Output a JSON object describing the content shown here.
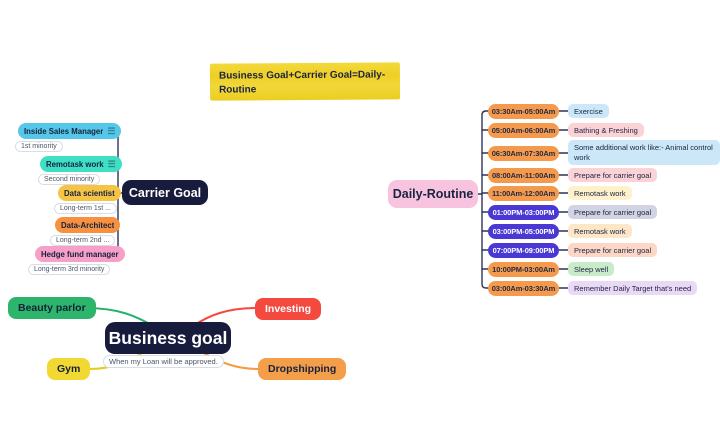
{
  "note": {
    "text": "Business Goal+Carrier Goal=Daily-\nRoutine",
    "bg": "#efd028"
  },
  "diagram": {
    "connector_color": "#2e3456"
  },
  "carrier": {
    "title": "Carrier Goal",
    "title_bg": "#171b3c",
    "branches": [
      {
        "label": "Inside Sales Manager",
        "sub": "1st minority",
        "color": "#55c8ea",
        "note_icon": "notes-icon"
      },
      {
        "label": "Remotask work",
        "sub": "Second minority",
        "color": "#3fdfc4",
        "note_icon": "notes-icon"
      },
      {
        "label": "Data scientist",
        "sub": "Long-term 1st ...",
        "color": "#f6c445"
      },
      {
        "label": "Data-Architect",
        "sub": "Long-term 2nd ...",
        "color": "#f59140"
      },
      {
        "label": "Hedge fund manager",
        "sub": "Long-term 3rd minority",
        "color": "#f79fc7"
      }
    ]
  },
  "daily": {
    "title": "Daily-Routine",
    "title_bg": "#f8c3df",
    "items": [
      {
        "time": "03:30Am-05:00Am",
        "time_bg": "#f59a4c",
        "time_fg": "#222a44",
        "activity": "Exercise",
        "activity_bg": "#cbe7f8"
      },
      {
        "time": "05:00Am-06:00Am",
        "time_bg": "#f59a4c",
        "time_fg": "#222a44",
        "activity": "Bathing & Freshing",
        "activity_bg": "#fbd2d6"
      },
      {
        "time": "06:30Am-07:30Am",
        "time_bg": "#f59a4c",
        "time_fg": "#222a44",
        "activity": "Some additional work like:- Animal control work",
        "activity_bg": "#cbe7f8"
      },
      {
        "time": "08:00Am-11:00Am",
        "time_bg": "#f59a4c",
        "time_fg": "#222a44",
        "activity": "Prepare for carrier goal",
        "activity_bg": "#fbd2d6"
      },
      {
        "time": "11:00Am-12:00Am",
        "time_bg": "#f59a4c",
        "time_fg": "#222a44",
        "activity": "Remotask work",
        "activity_bg": "#fdf2cb"
      },
      {
        "time": "01:00PM-03:00PM",
        "time_bg": "#4a38d4",
        "time_fg": "#ffffff",
        "activity": "Prepare for carrier goal",
        "activity_bg": "#d2d4e4"
      },
      {
        "time": "03:00PM-05:00PM",
        "time_bg": "#4a38d4",
        "time_fg": "#ffffff",
        "activity": "Remotask work",
        "activity_bg": "#fde7c7"
      },
      {
        "time": "07:00PM-09:00PM",
        "time_bg": "#4a38d4",
        "time_fg": "#ffffff",
        "activity": "Prepare for carrier goal",
        "activity_bg": "#fcd7c5"
      },
      {
        "time": "10:00PM-03:00Am",
        "time_bg": "#f59a4c",
        "time_fg": "#222a44",
        "activity": "Sleep well",
        "activity_bg": "#c8ecca"
      },
      {
        "time": "03:00Am-03:30Am",
        "time_bg": "#f59a4c",
        "time_fg": "#222a44",
        "activity": "Remember Daily Target that's need",
        "activity_bg": "#ead9f5"
      }
    ]
  },
  "business": {
    "title": "Business goal",
    "title_bg": "#171b3c",
    "sub": "When my Loan will be approved.",
    "branches": [
      {
        "label": "Beauty parlor",
        "color": "#2cb56b",
        "text_color": "#14213d",
        "line_color": "#23b26a"
      },
      {
        "label": "Investing",
        "color": "#f4493f",
        "text_color": "#ffffff",
        "line_color": "#f4493f"
      },
      {
        "label": "Gym",
        "color": "#f2d832",
        "text_color": "#14213d",
        "line_color": "#e5ce22"
      },
      {
        "label": "Dropshipping",
        "color": "#f59e4a",
        "text_color": "#14213d",
        "line_color": "#f59b42"
      }
    ]
  }
}
